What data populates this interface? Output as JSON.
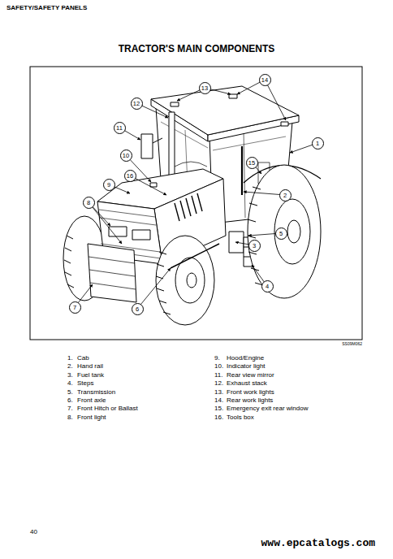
{
  "diagram": {
    "title": "TRACTOR'S MAIN COMPONENTS",
    "nodes": [
      {
        "text": [
          "14"
        ]
      },
      {
        "text": [
          "13"
        ]
      },
      {
        "text": [
          "12"
        ]
      },
      {
        "text": [
          "11"
        ]
      },
      {
        "text": [
          "1"
        ]
      },
      {
        "text": [
          "10"
        ]
      },
      {
        "text": [
          "15"
        ]
      },
      {
        "text": [
          "16"
        ]
      },
      {
        "text": [
          "9"
        ]
      },
      {
        "text": [
          "2"
        ]
      },
      {
        "text": [
          "8"
        ]
      },
      {
        "text": [
          "5"
        ]
      },
      {
        "text": [
          "3"
        ]
      },
      {
        "text": [
          "4"
        ]
      },
      {
        "text": [
          "7"
        ]
      },
      {
        "text": [
          "6"
        ]
      }
    ],
    "labels": [
      "SAFETY/SAFETY PANELS",
      "SS09M062",
      "1.",
      "Cab",
      "9.",
      "Hood/Engine",
      "2.",
      "Hand rail",
      "10.",
      "Indicator light",
      "3.",
      "Fuel tank",
      "11.",
      "Rear view mirror",
      "4.",
      "Steps",
      "12.",
      "Exhaust stack",
      "5.",
      "Transmission",
      "13.",
      "Front work lights",
      "6.",
      "Front axle",
      "14.",
      "Rear work lights",
      "7.",
      "Front Hitch or Ballast",
      "15.",
      "Emergency exit rear window",
      "8.",
      "Front light",
      "16.",
      "Tools box",
      "40",
      "www.epcatalogs.com"
    ]
  }
}
